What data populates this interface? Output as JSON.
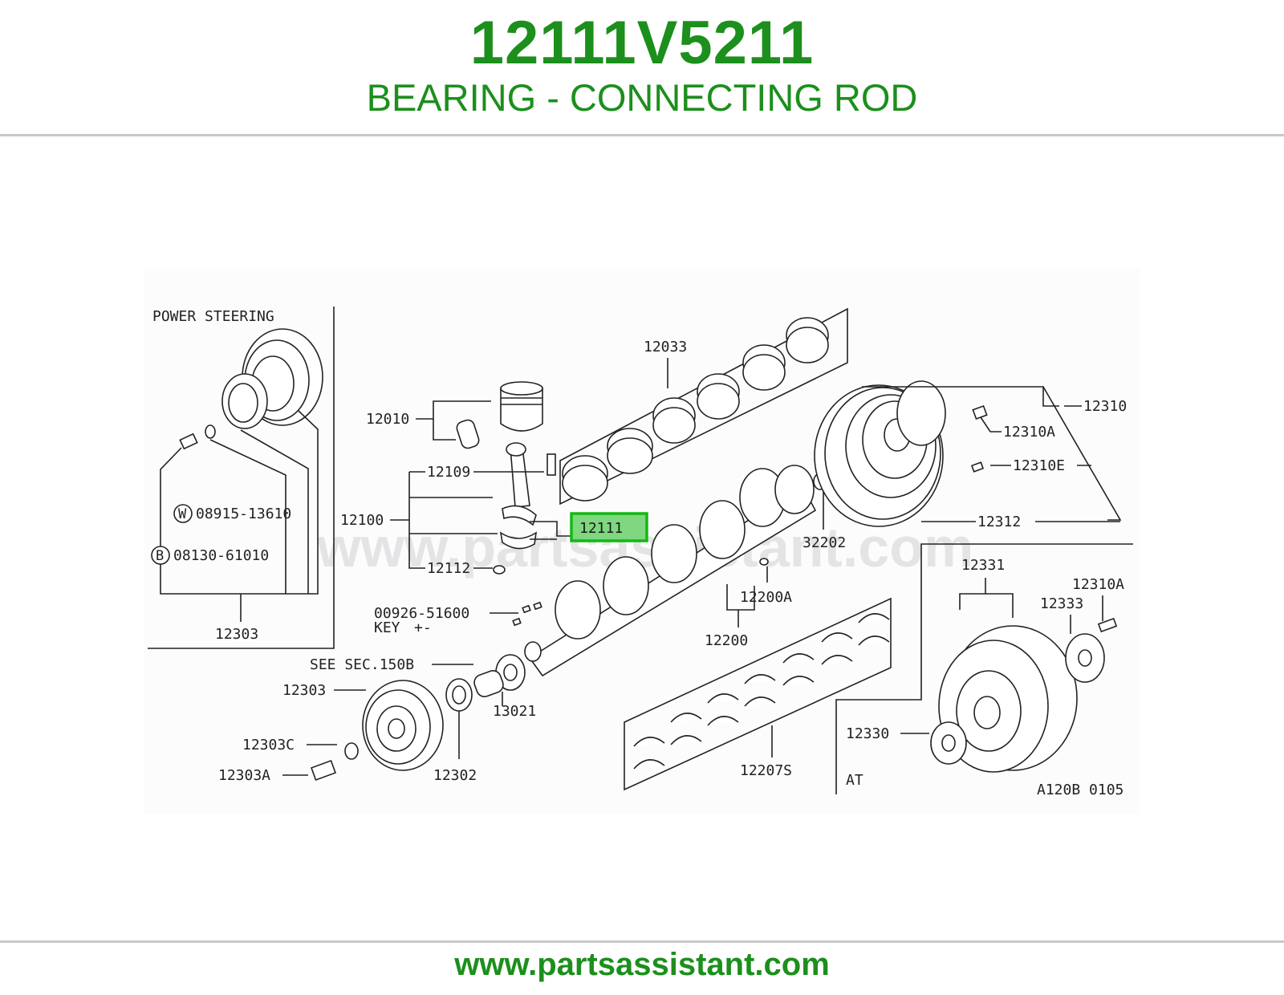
{
  "header": {
    "part_number": "12111V5211",
    "description": "BEARING - CONNECTING ROD"
  },
  "footer": {
    "website": "www.partsassistant.com"
  },
  "diagram": {
    "watermark": "www.partsassistant.com",
    "section_power_steering": "POWER STEERING",
    "section_at": "AT",
    "drawing_code": "A120B 0105",
    "highlighted_part": "12111",
    "labels": {
      "p12033": "12033",
      "p12010": "12010",
      "p12109": "12109",
      "p12100": "12100",
      "p12112": "12112",
      "p12310": "12310",
      "p12310A": "12310A",
      "p12310E": "12310E",
      "p12312": "12312",
      "p32202": "32202",
      "p12200A": "12200A",
      "p12200": "12200",
      "p12331": "12331",
      "p12310A_b": "12310A",
      "p12333": "12333",
      "p12330": "12330",
      "p12207S": "12207S",
      "p00926": "00926-51600",
      "key": "KEY",
      "see_sec": "SEE SEC.150B",
      "p12303_top": "12303",
      "p12303_left": "12303",
      "p13021": "13021",
      "p12303C": "12303C",
      "p12303A": "12303A",
      "p12302": "12302",
      "w_part": "08915-13610",
      "b_part": "08130-61010",
      "w_mark": "W",
      "b_mark": "B"
    }
  }
}
